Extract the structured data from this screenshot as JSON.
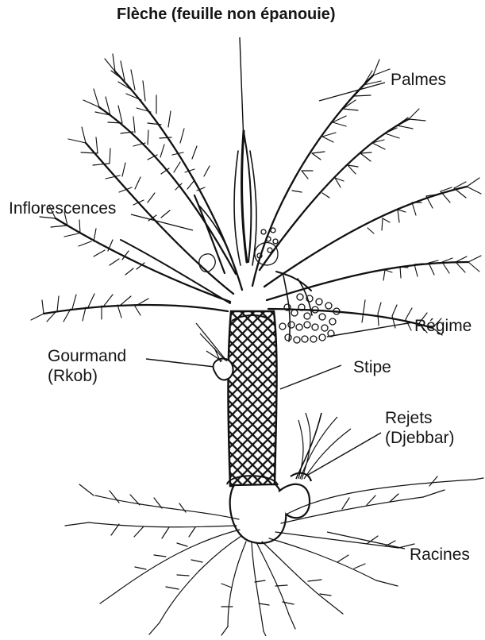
{
  "diagram": {
    "title": "Flèche (feuille non épanouie)",
    "labels": {
      "palmes": "Palmes",
      "inflorescences": "Inflorescences",
      "regime": "Régime",
      "gourmand_line1": "Gourmand",
      "gourmand_line2": "(Rkob)",
      "stipe": "Stipe",
      "rejets_line1": "Rejets",
      "rejets_line2": "(Djebbar)",
      "racines": "Racines"
    },
    "colors": {
      "ink": "#111111",
      "background": "#ffffff"
    }
  }
}
